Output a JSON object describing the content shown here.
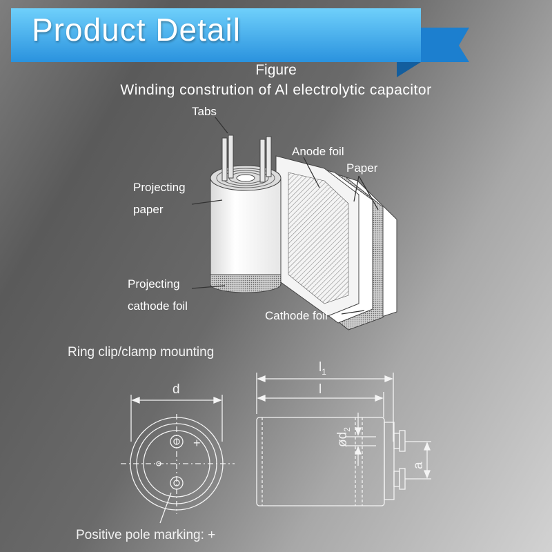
{
  "banner": {
    "title": "Product Detail",
    "colors": {
      "light": "#5ec0f5",
      "dark": "#1f86d6"
    }
  },
  "figure": {
    "heading": "Figure",
    "subtitle": "Winding constrution of Al electrolytic capacitor",
    "labels": {
      "tabs": "Tabs",
      "anode_foil": "Anode foil",
      "paper": "Paper",
      "projecting_paper_line1": "Projecting",
      "projecting_paper_line2": "paper",
      "projecting_cathode_line1": "Projecting",
      "projecting_cathode_line2": "cathode foil",
      "cathode_foil": "Cathode foil"
    }
  },
  "mounting": {
    "title": "Ring clip/clamp mounting",
    "dims": {
      "d": "d",
      "l1": "l",
      "l1_sub": "1",
      "l": "l",
      "od2": "ød",
      "od2_sub": "2",
      "a": "a",
      "plus": "+"
    },
    "note": "Positive pole marking: +"
  }
}
